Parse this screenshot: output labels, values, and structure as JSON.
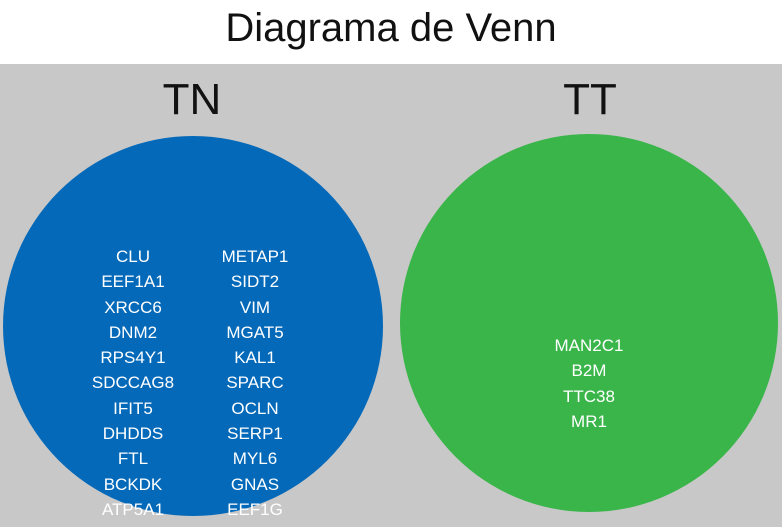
{
  "title": "Diagrama de Venn",
  "sets": [
    {
      "label": "TN",
      "color": "#0469b9",
      "genes_left": [
        "CLU",
        "EEF1A1",
        "XRCC6",
        "DNM2",
        "RPS4Y1",
        "SDCCAG8",
        "IFIT5",
        "DHDDS",
        "FTL",
        "BCKDK",
        "ATP5A1"
      ],
      "genes_right": [
        "METAP1",
        "SIDT2",
        "VIM",
        "MGAT5",
        "KAL1",
        "SPARC",
        "OCLN",
        "SERP1",
        "MYL6",
        "GNAS",
        "EEF1G"
      ]
    },
    {
      "label": "TT",
      "color": "#3ab54a",
      "genes": [
        "MAN2C1",
        "B2M",
        "TTC38",
        "MR1"
      ]
    }
  ],
  "colors": {
    "background": "#c8c8c8",
    "title_background": "#ffffff",
    "text": "#111111"
  }
}
